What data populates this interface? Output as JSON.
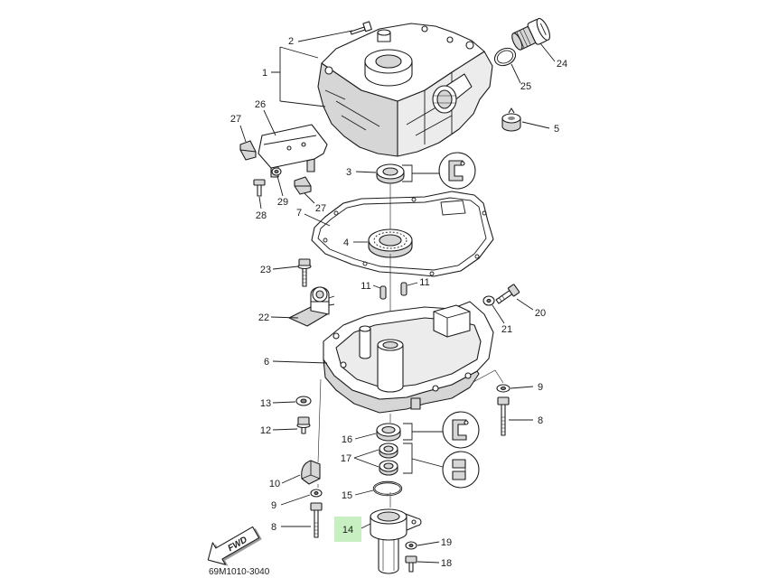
{
  "diagram": {
    "code": "69M1010-3040",
    "direction_label": "FWD"
  },
  "callouts": [
    {
      "label": "2"
    },
    {
      "label": "1"
    },
    {
      "label": "24"
    },
    {
      "label": "25"
    },
    {
      "label": "5"
    },
    {
      "label": "26"
    },
    {
      "label": "27"
    },
    {
      "label": "3"
    },
    {
      "label": "29"
    },
    {
      "label": "27"
    },
    {
      "label": "28"
    },
    {
      "label": "7"
    },
    {
      "label": "4"
    },
    {
      "label": "23"
    },
    {
      "label": "11"
    },
    {
      "label": "11"
    },
    {
      "label": "20"
    },
    {
      "label": "22"
    },
    {
      "label": "21"
    },
    {
      "label": "6"
    },
    {
      "label": "9"
    },
    {
      "label": "13"
    },
    {
      "label": "8"
    },
    {
      "label": "12"
    },
    {
      "label": "16"
    },
    {
      "label": "17"
    },
    {
      "label": "10"
    },
    {
      "label": "15"
    },
    {
      "label": "9"
    },
    {
      "label": "8"
    },
    {
      "label": "14",
      "highlighted": true
    },
    {
      "label": "19"
    },
    {
      "label": "18"
    }
  ],
  "colors": {
    "line": "#1c1c1c",
    "highlight": "#c8efc2",
    "shade": "#d6d6d6",
    "background": "#ffffff"
  }
}
